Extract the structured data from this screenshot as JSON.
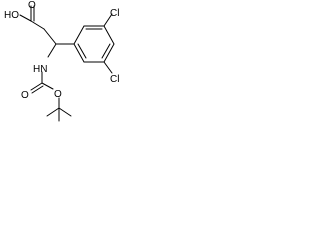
{
  "molecule": {
    "labels": {
      "hydroxyl": "HO",
      "carbonyl_oxygen_top": "O",
      "amine": "HN",
      "carbonyl_oxygen_boc": "O",
      "ester_oxygen": "O",
      "chlorine_top": "Cl",
      "chlorine_bottom": "Cl"
    },
    "colors": {
      "bond": "#000000",
      "label": "#000000",
      "background": "#ffffff"
    }
  }
}
